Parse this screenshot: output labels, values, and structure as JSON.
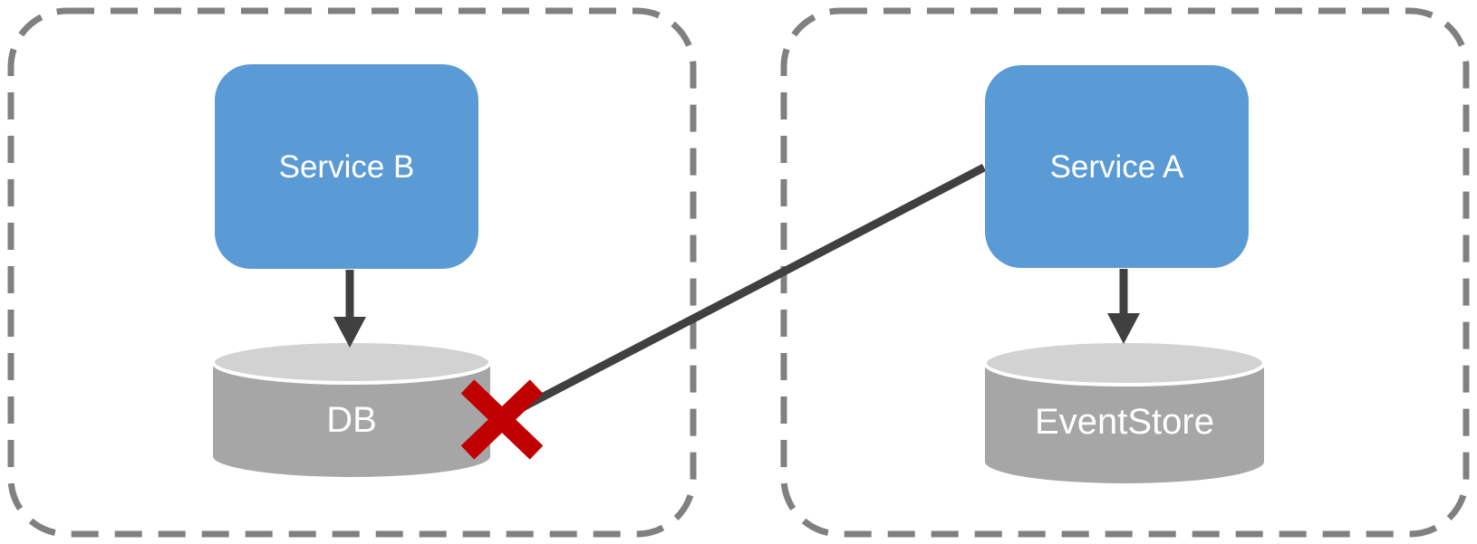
{
  "diagram": {
    "type": "architecture-diagram",
    "colors": {
      "background": "#FFFFFF",
      "service_box": "#5B9BD5",
      "service_label": "#FFFFFF",
      "store_body": "#A6A6A6",
      "store_top": "#D2D2D2",
      "store_outline": "#FFFFFF",
      "store_label": "#FFFFFF",
      "connector": "#404040",
      "boundary_dash": "#808080",
      "forbidden_x": "#C00000"
    },
    "left_boundary": {
      "service": {
        "label": "Service B"
      },
      "store": {
        "label": "DB"
      },
      "connection": {
        "from": "Service B",
        "to": "DB",
        "type": "arrow-down"
      }
    },
    "right_boundary": {
      "service": {
        "label": "Service A"
      },
      "store": {
        "label": "EventStore"
      },
      "connection": {
        "from": "Service A",
        "to": "EventStore",
        "type": "arrow-down"
      }
    },
    "cross_connection": {
      "from": "Service A",
      "to": "DB",
      "type": "straight-line",
      "status": "forbidden",
      "marker": "red-x"
    }
  }
}
